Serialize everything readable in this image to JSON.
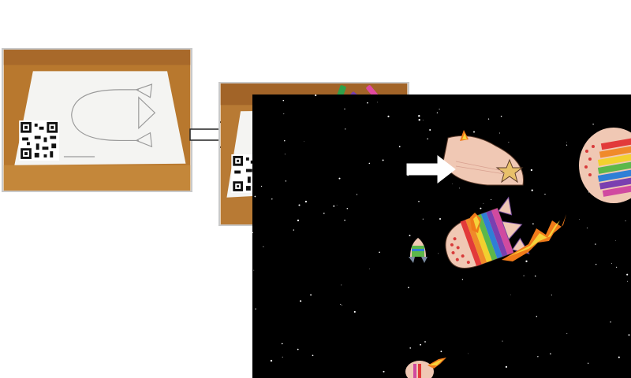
{
  "steps": [
    {
      "name": "blank-template",
      "description_text": ""
    },
    {
      "name": "colored-template",
      "description_text": ""
    },
    {
      "name": "animated-scene",
      "description_text": ""
    }
  ],
  "colors": {
    "table_wood": "#b8782e",
    "paper": "#f4f4f2",
    "space": "#000000",
    "rainbow": [
      "#e23a3a",
      "#f08a2a",
      "#f2d12e",
      "#5cb84a",
      "#2f7fd6",
      "#7a3fb0",
      "#d04aa0"
    ],
    "rocket_body": "#f0c8b4",
    "flame_outer": "#f07a1a",
    "flame_inner": "#f5d23a"
  },
  "icons": [
    "qr-code-icon",
    "arrow-right-icon",
    "star-icon",
    "rocket-icon"
  ]
}
